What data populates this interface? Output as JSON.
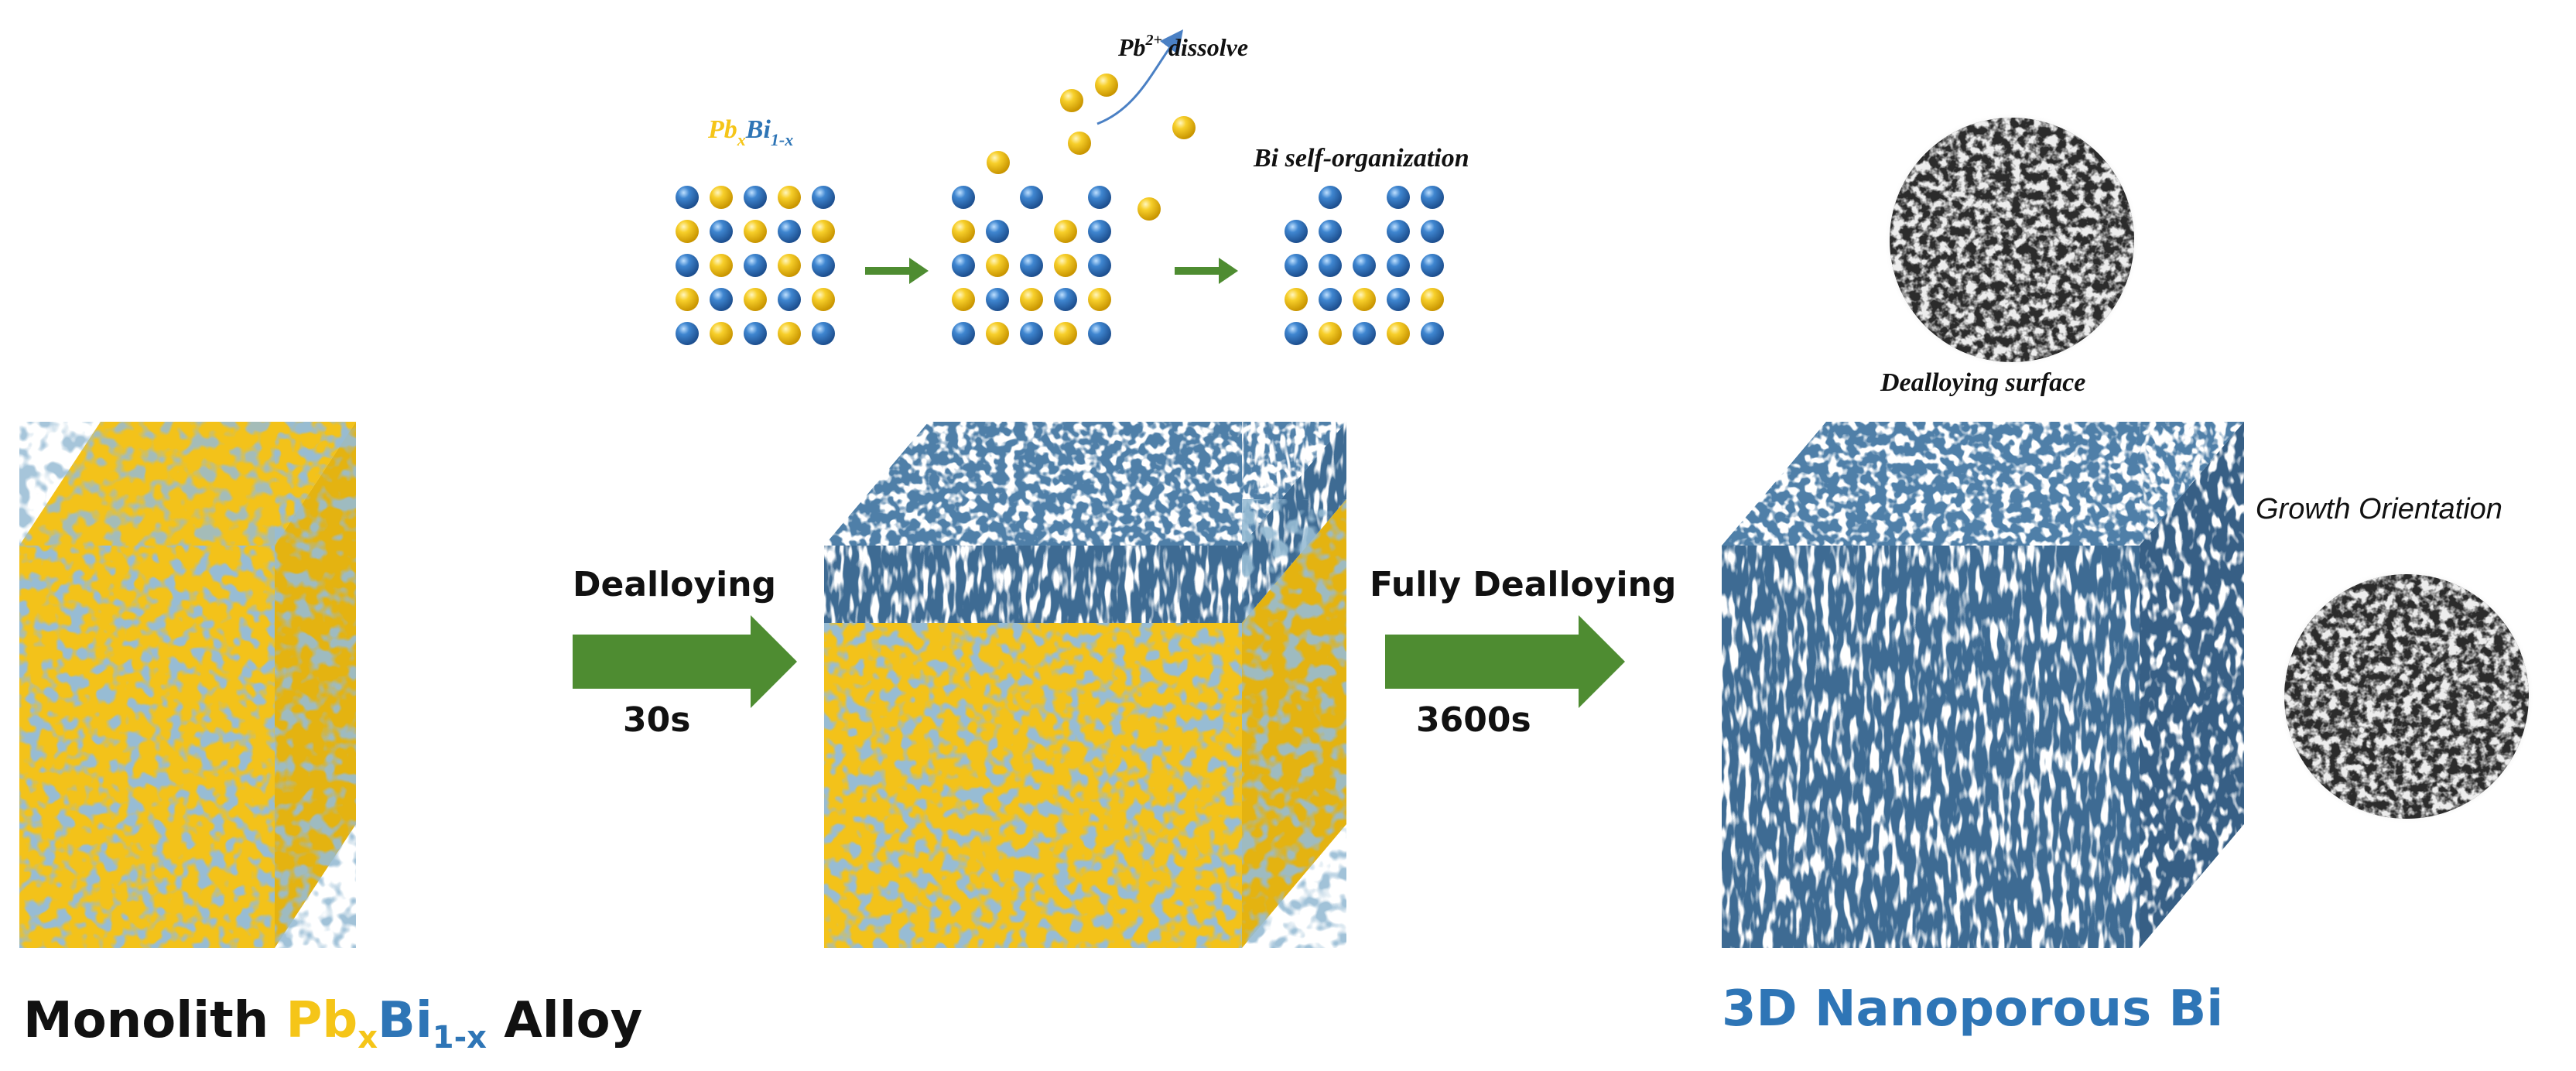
{
  "colors": {
    "gold": "#f5c518",
    "gold_face": "#f3c21a",
    "blue": "#3a7bc0",
    "steel": "#4f7fa8",
    "steel_dark": "#3e6b93",
    "arrow_green": "#4e8c31",
    "title_blue": "#2e75b6",
    "arrow_blue": "#4a80c4"
  },
  "top_scheme": {
    "alloy_label": {
      "pb": "Pb",
      "x": "x",
      "bi": "Bi",
      "sub": "1-x"
    },
    "dissolve_label": {
      "pb": "Pb",
      "charge": "2+",
      "text": " dissolve"
    },
    "self_org_label": "Bi self-organization"
  },
  "steps": {
    "step1": {
      "label": "Dealloying",
      "time": "30s"
    },
    "step2": {
      "label": "Fully Dealloying",
      "time": "3600s"
    }
  },
  "side_labels": {
    "surface": "Dealloying surface",
    "growth": "Growth Orientation"
  },
  "bottom_labels": {
    "left": {
      "prefix": "Monolith ",
      "pb": "Pb",
      "x": "x",
      "bi": "Bi",
      "sub": "1-x",
      "suffix": " Alloy"
    },
    "right": "3D Nanoporous Bi"
  }
}
